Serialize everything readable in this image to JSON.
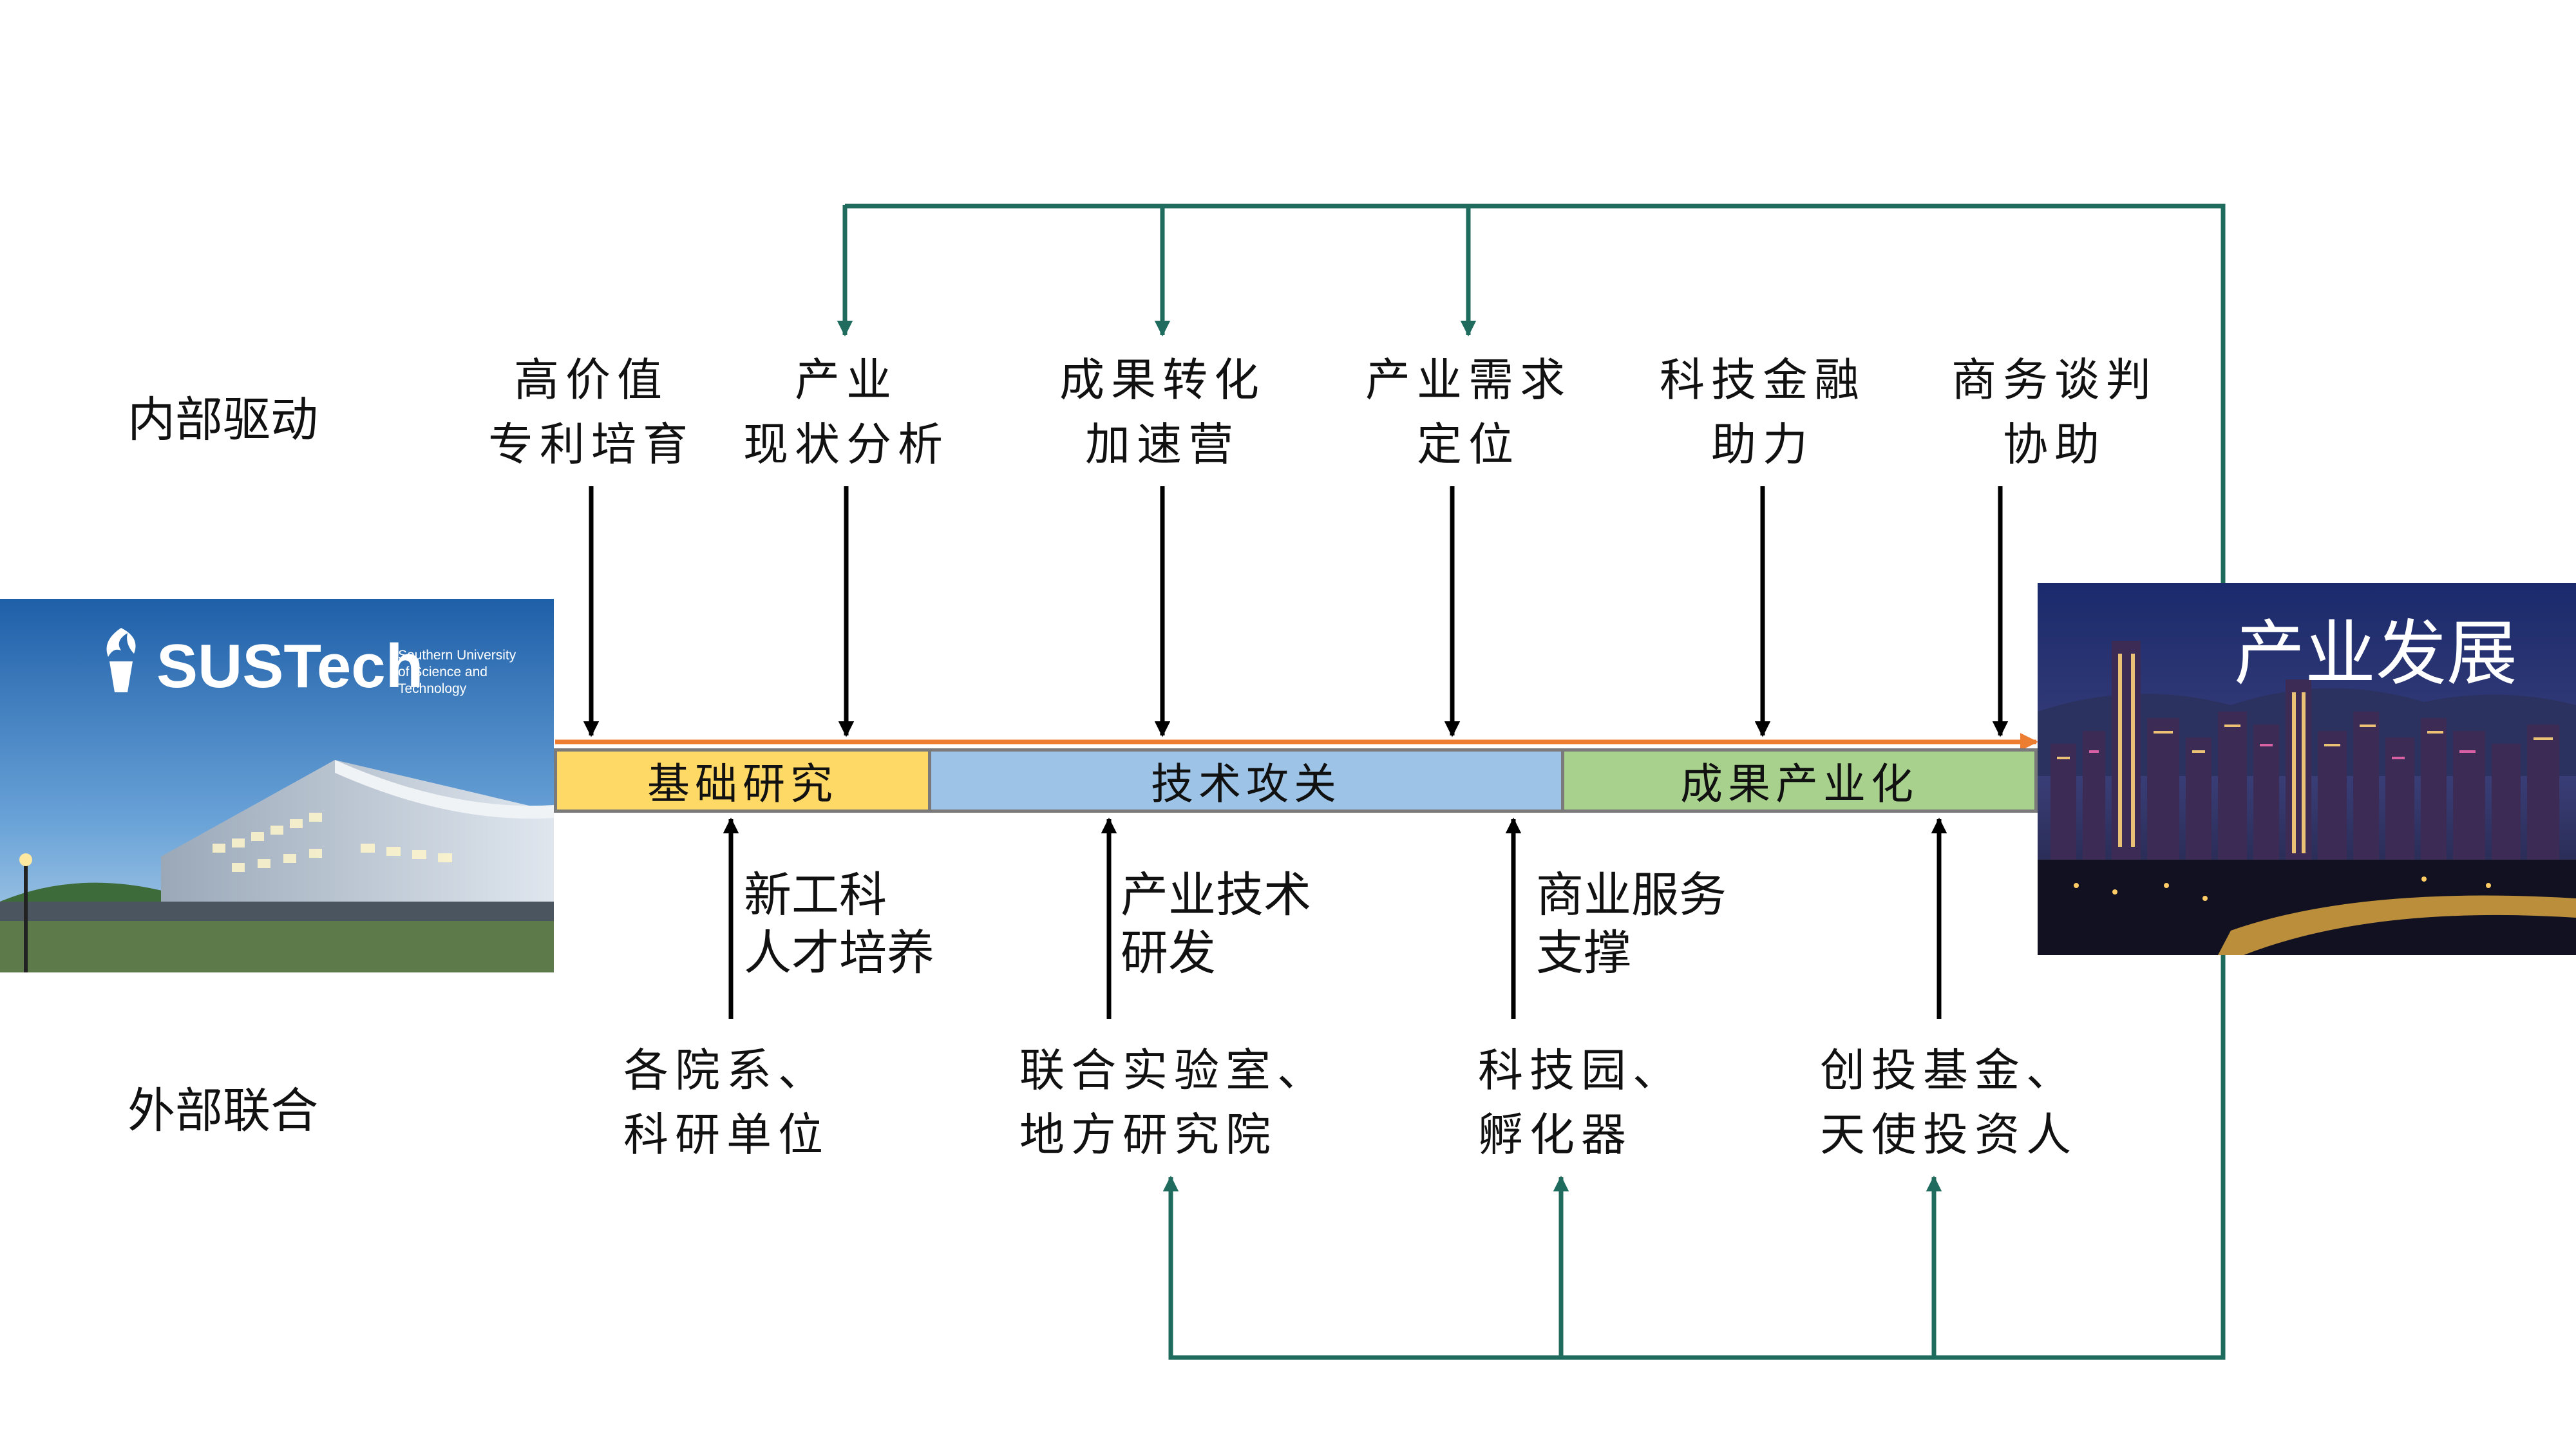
{
  "rows": {
    "internal": "内部驱动",
    "external": "外部联合"
  },
  "top_items": [
    {
      "line1": "高价值",
      "line2": "专利培育"
    },
    {
      "line1": "产业",
      "line2": "现状分析"
    },
    {
      "line1": "成果转化",
      "line2": "加速营"
    },
    {
      "line1": "产业需求",
      "line2": "定位"
    },
    {
      "line1": "科技金融",
      "line2": "助力"
    },
    {
      "line1": "商务谈判",
      "line2": "协助"
    }
  ],
  "stages": [
    {
      "label": "基础研究",
      "color": "#ffd966"
    },
    {
      "label": "技术攻关",
      "color": "#9dc3e6"
    },
    {
      "label": "成果产业化",
      "color": "#a9d18e"
    }
  ],
  "mid_items": [
    {
      "line1": "新工科",
      "line2": "人才培养"
    },
    {
      "line1": "产业技术",
      "line2": "研发"
    },
    {
      "line1": "商业服务",
      "line2": "支撑"
    }
  ],
  "bottom_items": [
    {
      "line1": "各院系、",
      "line2": "科研单位"
    },
    {
      "line1": "联合实验室、",
      "line2": "地方研究院"
    },
    {
      "line1": "科技园、",
      "line2": "孵化器"
    },
    {
      "line1": "创投基金、",
      "line2": "天使投资人"
    }
  ],
  "logo": {
    "name": "SUSTech",
    "line1": "Southern University",
    "line2": "of Science and",
    "line3": "Technology"
  },
  "city_title": "产业发展",
  "colors": {
    "feedback": "#1f6b5e",
    "timeline": "#ed7d31",
    "stage_border": "#7a7a7a"
  }
}
